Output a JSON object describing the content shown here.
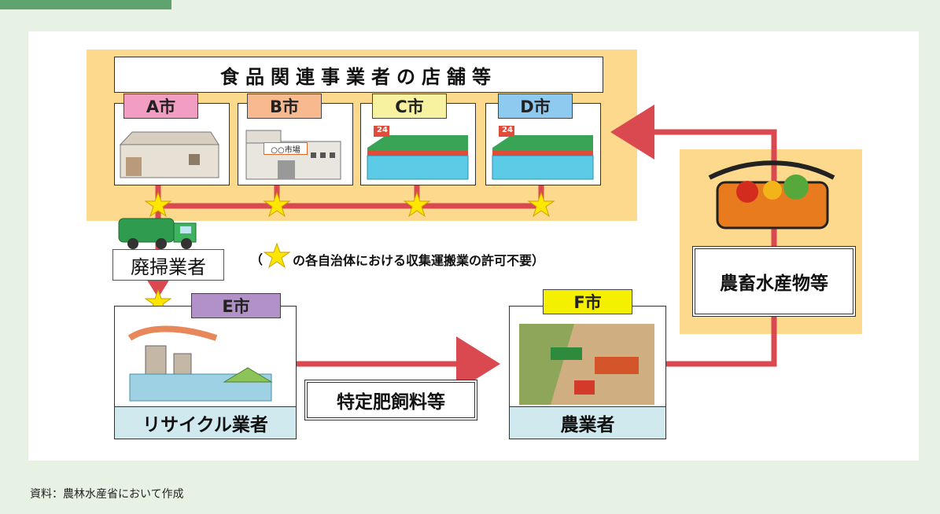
{
  "store_title": "食品関連事業者の店舗等",
  "cities": {
    "a": "A市",
    "b": "B市",
    "c": "C市",
    "d": "D市",
    "e": "E市",
    "f": "F市"
  },
  "market_sign": "○○市場",
  "store_number": "24",
  "waste_hauler": "廃掃業者",
  "permit_note": "の各自治体における収集運搬業の許可不要）",
  "permit_open_paren": "（",
  "recycler": "リサイクル業者",
  "fertilizer": "特定肥飼料等",
  "farmer": "農業者",
  "produce": "農畜水産物等",
  "source": "資料：農林水産省において作成",
  "colors": {
    "orange_bg": "#fdd98d",
    "arrow_red": "#d9494f",
    "star_yellow": "#ffe600",
    "a_tag": "#f19ec2",
    "b_tag": "#f9b98f",
    "c_tag": "#f6f2a0",
    "d_tag": "#8ec9ef",
    "e_tag": "#b290c8",
    "f_tag": "#f5f000",
    "label_cyan": "#cfe9ef"
  }
}
